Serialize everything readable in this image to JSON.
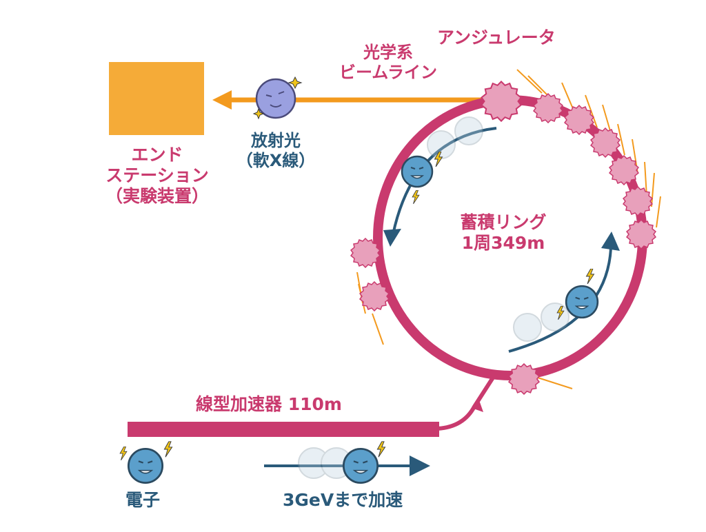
{
  "labels": {
    "undulator": "アンジュレータ",
    "optics_line1": "光学系",
    "optics_line2": "ビームライン",
    "end_station1": "エンド",
    "end_station2": "ステーション",
    "end_station3": "（実験装置）",
    "radiation1": "放射光",
    "radiation2": "（軟X線）",
    "storage_ring1": "蓄積リング",
    "storage_ring2": "1周349m",
    "linac": "線型加速器 110m",
    "electron": "電子",
    "accelerate": "3GeVまで加速"
  },
  "colors": {
    "ring": "#c93a6e",
    "undulator": "#e8a0bb",
    "beam": "#f39a1e",
    "end_station": "#f5ab38",
    "arrow": "#2a5a7a",
    "electron": "#5b9fcb",
    "photon": "#9aa0e0",
    "spark": "#f0c419"
  },
  "icons": [
    "electron-icon",
    "photon-icon",
    "undulator-icon",
    "spark-icon"
  ]
}
